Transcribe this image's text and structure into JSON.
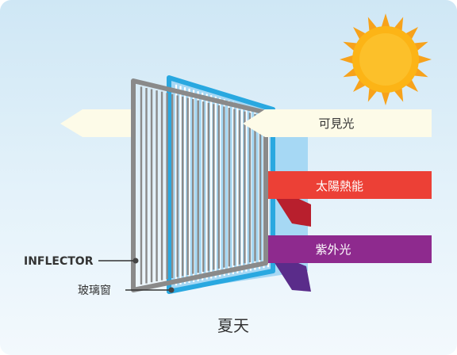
{
  "labels": {
    "visible_light": "可見光",
    "solar_heat": "太陽熱能",
    "uv": "紫外光",
    "inflector": "INFLECTOR",
    "glass_window": "玻璃窗",
    "season": "夏天"
  },
  "colors": {
    "sun": "#fcb416",
    "sun_ray": "#f7931e",
    "visible_light": "#fdfbe8",
    "solar_heat": "#ec4036",
    "solar_heat_dark": "#b81f2d",
    "uv": "#8e2a8e",
    "uv_dark": "#5a2c8a",
    "glass_frame": "#29a8e0",
    "glass_pane": "#a6d8f4",
    "inflector_frame": "#8a8a8a"
  },
  "icons": {
    "sun": "sun-icon"
  }
}
